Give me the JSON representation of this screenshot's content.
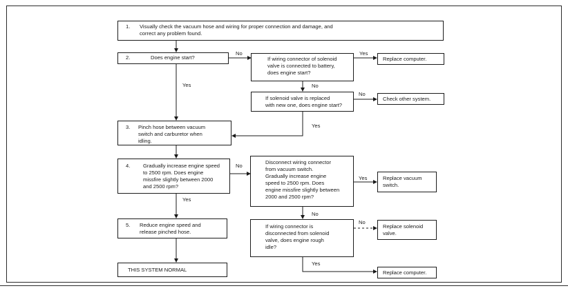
{
  "steps": {
    "s1": {
      "num": "1.",
      "text": "Visually check the vacuum hose and wiring for proper connection and damage, and\ncorrect any problem found."
    },
    "s2": {
      "num": "2.",
      "text": "Does engine start?"
    },
    "s3": {
      "num": "3.",
      "text": "Pinch hose between vacuum\nswitch and carburetor when\nidling."
    },
    "s4": {
      "num": "4.",
      "text": "Gradually increase engine speed\nto 2500 rpm.  Does engine\nmissfire slightly between 2000\nand 2500 rpm?"
    },
    "s5": {
      "num": "5.",
      "text": "Reduce engine speed and\nrelease pinched hose."
    },
    "normal": {
      "text": "THIS SYSTEM NORMAL"
    }
  },
  "checks": {
    "c_solenoid_battery": "If wiring connector of solenoid\nvalve is connected to battery,\ndoes engine start?",
    "c_solenoid_replaced": "If solenoid valve is replaced\nwith new one, does engine start?",
    "c_disconnect_vacuum": "Disconnect wiring connector\nfrom vacuum switch.\nGradually increase engine\nspeed to 2500 rpm.  Does\nengine missfire slightly between\n2000 and 2500 rpm?",
    "c_rough_idle": "If wiring connector is\ndisconnected from solenoid\nvalve, does engine rough\nidle?"
  },
  "results": {
    "r_replace_computer_1": "Replace computer.",
    "r_check_other": "Check other system.",
    "r_replace_vacuum": "Replace vacuum\nswitch.",
    "r_replace_solenoid": "Replace solenoid\nvalve.",
    "r_replace_computer_2": "Replace computer."
  },
  "labels": {
    "no": "No",
    "yes": "Yes"
  }
}
